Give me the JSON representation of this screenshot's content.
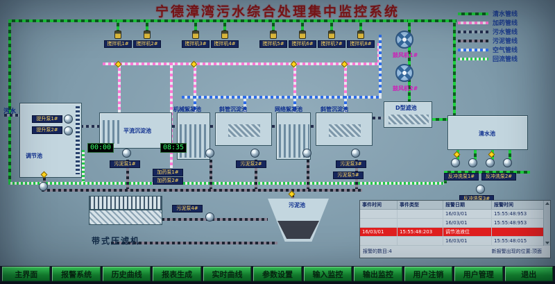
{
  "title": "宁德漳湾污水综合处理集中监控系统",
  "colors": {
    "clean_water_line": "#1fd23f",
    "dosing_line": "#ff79d6",
    "sewage_line": "#232e4e",
    "sludge_line": "#1d2433",
    "air_line": "#2e6de8",
    "return_line": "#25c94a",
    "alarm_row": "#e01f1f",
    "button_green": "#149130",
    "title_red": "#8a1616"
  },
  "legend": {
    "items": [
      {
        "label": "清水管线"
      },
      {
        "label": "加药管线"
      },
      {
        "label": "污水管线"
      },
      {
        "label": "污泥管线"
      },
      {
        "label": "空气管线"
      },
      {
        "label": "回流管线"
      }
    ]
  },
  "diagram": {
    "inflow_label": "污水",
    "mixers": [
      "搅拌机1#",
      "搅拌机2#",
      "搅拌机3#",
      "搅拌机4#",
      "搅拌机5#",
      "搅拌机6#",
      "搅拌机7#",
      "搅拌机8#"
    ],
    "blowers": [
      "鼓风机1#",
      "鼓风机2#"
    ],
    "timers": [
      "00:00",
      "08:35"
    ],
    "tanks": {
      "regulating": "调节池",
      "horizontal_sed": "平流沉淀池",
      "mech_floc": "机械絮凝池",
      "tube_sed_1": "斜管沉淀池",
      "grid_floc": "网络絮凝池",
      "tube_sed_2": "斜管沉淀池",
      "d_filter": "D型滤池",
      "clean_water": "清水池",
      "sludge": "污泥池",
      "belt_press": "带式压滤机"
    },
    "pumps": {
      "lift_1": "提升泵1#",
      "lift_2": "提升泵2#",
      "sludge_1": "污泥泵1#",
      "sludge_2": "污泥泵2#",
      "sludge_3": "污泥泵3#",
      "sludge_4": "污泥泵4#",
      "sludge_5": "污泥泵5#",
      "dosing_1": "加药泵1#",
      "dosing_2": "加药泵2#",
      "backwash_1": "反冲洗泵1#",
      "backwash_2": "反冲洗泵2#",
      "backwash_3": "反冲洗泵3#"
    }
  },
  "alarm_panel": {
    "headers": [
      "事件时间",
      "事件类型",
      "报警日期",
      "报警时间"
    ],
    "rows": [
      {
        "cells": [
          "",
          "",
          "16/03/01",
          "15:55:48:953"
        ],
        "alarm": false
      },
      {
        "cells": [
          "",
          "",
          "16/03/01",
          "15:55:48:953"
        ],
        "alarm": false
      },
      {
        "cells": [
          "16/03/01",
          "15:55:48:203",
          "调节池液位",
          ""
        ],
        "alarm": true
      },
      {
        "cells": [
          "",
          "",
          "16/03/01",
          "15:55:48:015"
        ],
        "alarm": false
      }
    ],
    "footer_count": "报警的数目:4",
    "footer_position": "新报警出现的位置:顶面"
  },
  "menu": {
    "buttons": [
      "主界面",
      "报警系统",
      "历史曲线",
      "报表生成",
      "实时曲线",
      "参数设置",
      "输入监控",
      "输出监控",
      "用户注销",
      "用户管理",
      "退出"
    ]
  }
}
